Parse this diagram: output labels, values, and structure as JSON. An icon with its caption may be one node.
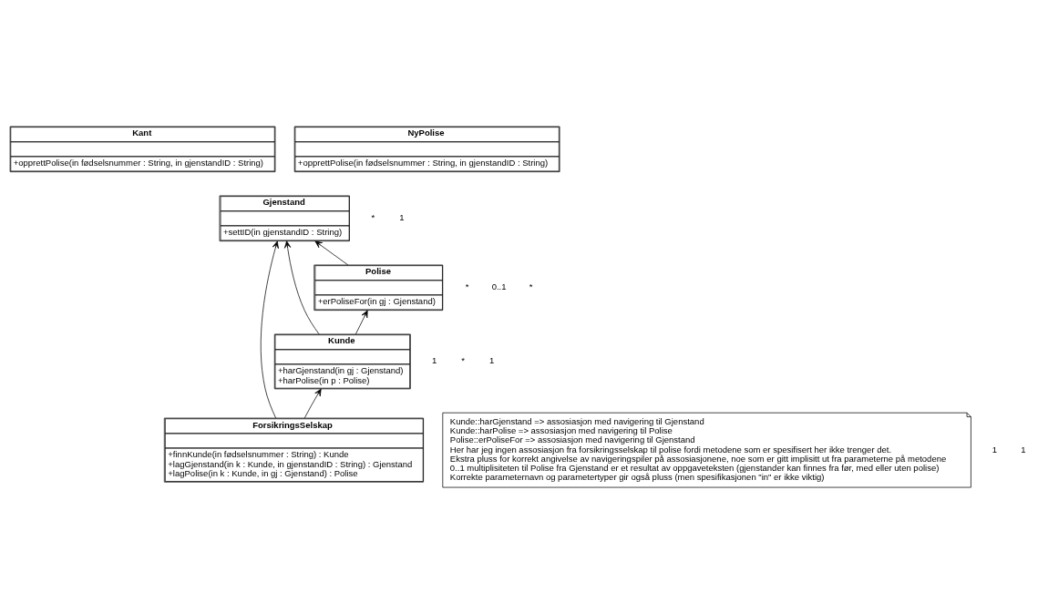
{
  "diagram": {
    "nodes": [
      {
        "text": [
          "Kant",
          "+opprettPolise(in fødselsnummer : String, in gjenstandID : String)"
        ]
      },
      {
        "text": [
          "NyPolise",
          "+opprettPolise(in fødselsnummer : String, in gjenstandID : String)"
        ]
      },
      {
        "text": [
          "Gjenstand",
          "+settID(in gjenstandID : String)"
        ]
      },
      {
        "text": [
          "ForsikringsSelskap",
          "+finnKunde(in fødselsnummer : String) : Kunde",
          "+lagGjenstand(in k : Kunde, in gjenstandID : String) : Gjenstand",
          "+lagPolise(in k : Kunde, in gj : Gjenstand) : Polise"
        ]
      },
      {
        "text": [
          "Polise",
          "+erPoliseFor(in gj : Gjenstand)"
        ]
      },
      {
        "text": [
          "Kunde",
          "+harGjenstand(in gj : Gjenstand)",
          "+harPolise(in p : Polise)"
        ]
      },
      {
        "text": [
          "Kunde::harGjenstand => assosiasjon med navigering til Gjenstand",
          "Kunde::harPolise => assosiasjon med navigering til Polise",
          "Polise::erPoliseFor => assosiasjon med navigering til Gjenstand",
          "Her har jeg ingen assosiasjon fra forsikringsselskap til polise fordi metodene som er spesifisert her ikke trenger det.",
          "Ekstra pluss for korrekt angivelse av navigeringspiler på assosiasjonene, noe som er gitt implisitt ut fra parameterne på metodene",
          "0..1 multiplisiteten til Polise fra Gjenstand er et resultat av oppgaveteksten (gjenstander kan finnes fra før, med eller uten polise)",
          "Korrekte parameternavn og parametertyper gir også pluss (men spesifikasjonen \"in\" er ikke viktig)"
        ]
      }
    ],
    "edges": [
      {
        "from": 3,
        "to": 2,
        "arrow": "to"
      },
      {
        "from": 3,
        "to": 5,
        "arrow": "to"
      },
      {
        "from": 5,
        "to": 2,
        "arrow": "to"
      },
      {
        "from": 4,
        "to": 2,
        "arrow": "to"
      },
      {
        "from": 5,
        "to": 4,
        "arrow": "to"
      }
    ],
    "labels": [
      "1",
      "*",
      "1",
      "*",
      "0..1",
      "1",
      "1",
      "*",
      "*",
      "1"
    ]
  }
}
